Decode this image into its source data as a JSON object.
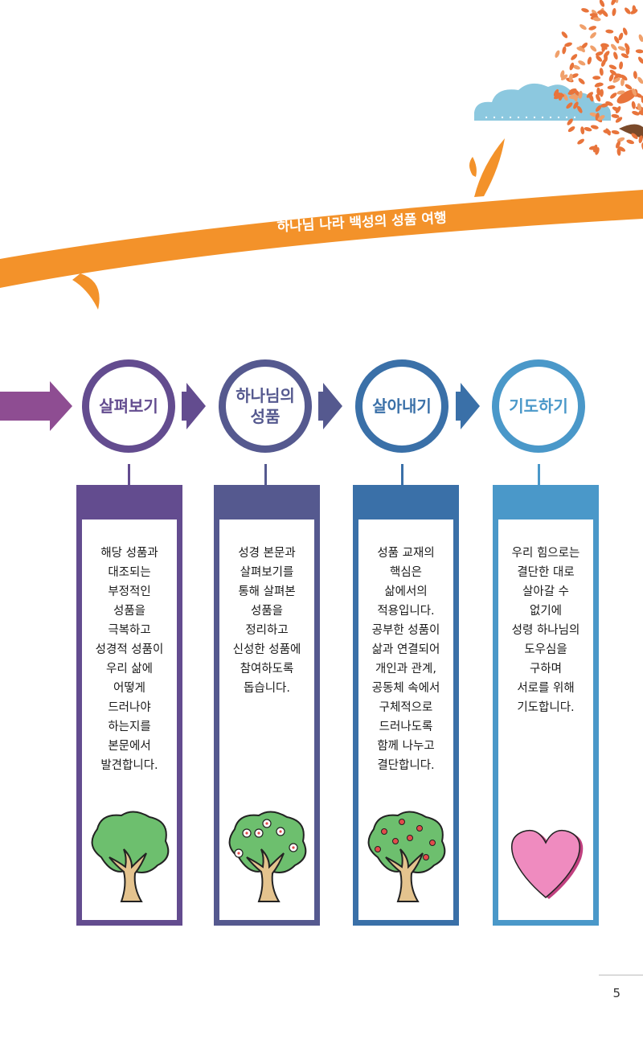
{
  "banner": {
    "title": "하나님 나라 백성의 성품 여행"
  },
  "steps": [
    {
      "label": "살펴보기",
      "color": "#634c8f",
      "text": "해당 성품과\n대조되는\n부정적인\n성품을\n극복하고\n성경적 성품이\n우리 삶에\n어떻게\n드러나야\n하는지를\n본문에서\n발견합니다.",
      "icon": "tree-icon"
    },
    {
      "label": "하나님의\n성품",
      "color": "#55598f",
      "text": "성경 본문과\n살펴보기를\n통해 살펴본\n성품을\n정리하고\n신성한 성품에\n참여하도록\n돕습니다.",
      "icon": "flowering-tree-icon"
    },
    {
      "label": "살아내기",
      "color": "#3a70a8",
      "text": "성품 교재의\n핵심은\n삶에서의\n적용입니다.\n공부한 성품이\n삶과 연결되어\n개인과 관계,\n공동체 속에서\n구체적으로\n드러나도록\n함께 나누고\n결단합니다.",
      "icon": "fruit-tree-icon"
    },
    {
      "label": "기도하기",
      "color": "#4a98c9",
      "text": "우리 힘으로는\n결단한 대로\n살아갈 수\n없기에\n성령 하나님의\n도우심을\n구하며\n서로를 위해\n기도합니다.",
      "icon": "heart-icon"
    }
  ],
  "colors": {
    "orange": "#f3922a",
    "purple": "#8e4d92"
  },
  "page": {
    "number": "5"
  }
}
